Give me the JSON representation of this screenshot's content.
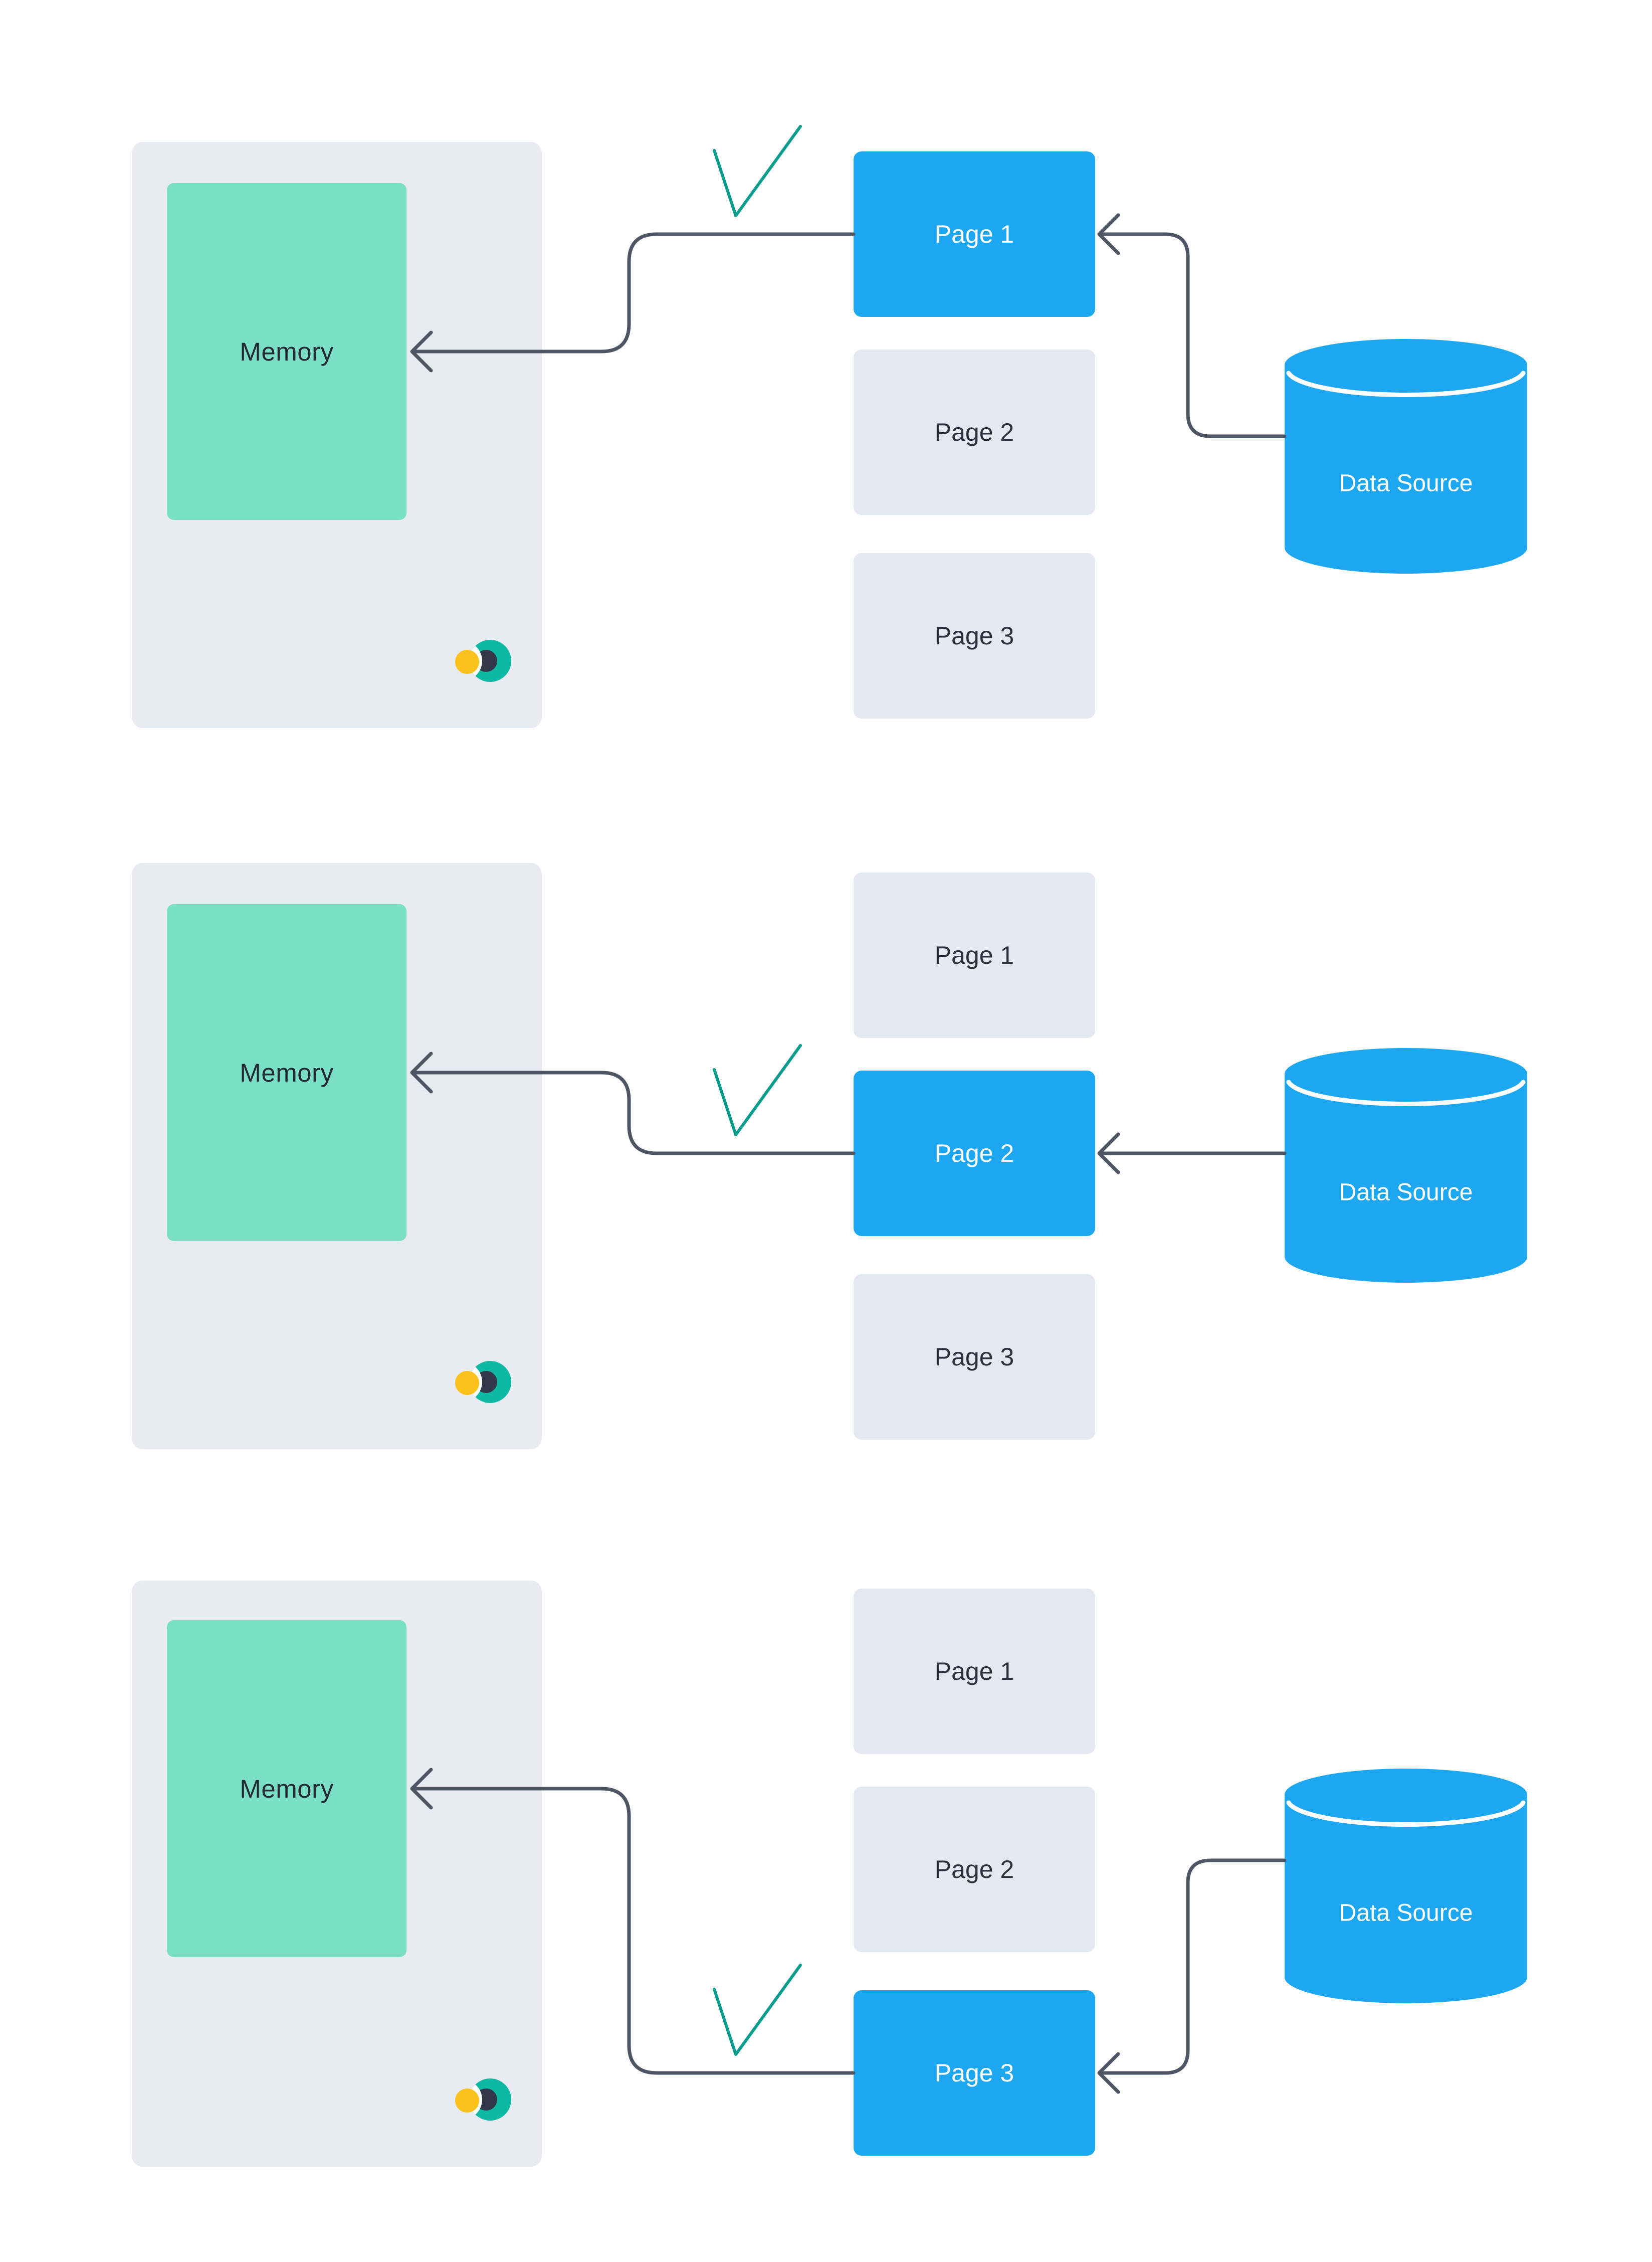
{
  "colors": {
    "background": "#FFFFFF",
    "panel_gray": "#E8EBF2",
    "card_gray": "#E4E8F0",
    "accent_blue": "#1EA7F1",
    "memory_teal": "#7BDFC5",
    "arrow_slate": "#4E5565",
    "check_teal": "#0A9D8D",
    "logo_teal": "#0EB9A3",
    "logo_navy": "#323848",
    "logo_yellow": "#FBC21D",
    "text_dark": "#2B313C",
    "text_on_blue": "#FFFFFF"
  },
  "icons": {
    "checkmark": "check-icon",
    "logo": "eclipse-moon-logo-icon",
    "arrowhead": "chevron-left-arrowhead",
    "database": "database-cylinder"
  },
  "sections": [
    {
      "memory": {
        "label": "Memory"
      },
      "pages": [
        {
          "label": "Page 1",
          "active": true
        },
        {
          "label": "Page 2",
          "active": false
        },
        {
          "label": "Page 3",
          "active": false
        }
      ],
      "datasource": {
        "label": "Data Source"
      }
    },
    {
      "memory": {
        "label": "Memory"
      },
      "pages": [
        {
          "label": "Page 1",
          "active": false
        },
        {
          "label": "Page 2",
          "active": true
        },
        {
          "label": "Page 3",
          "active": false
        }
      ],
      "datasource": {
        "label": "Data Source"
      }
    },
    {
      "memory": {
        "label": "Memory"
      },
      "pages": [
        {
          "label": "Page 1",
          "active": false
        },
        {
          "label": "Page 2",
          "active": false
        },
        {
          "label": "Page 3",
          "active": true
        }
      ],
      "datasource": {
        "label": "Data Source"
      }
    }
  ]
}
